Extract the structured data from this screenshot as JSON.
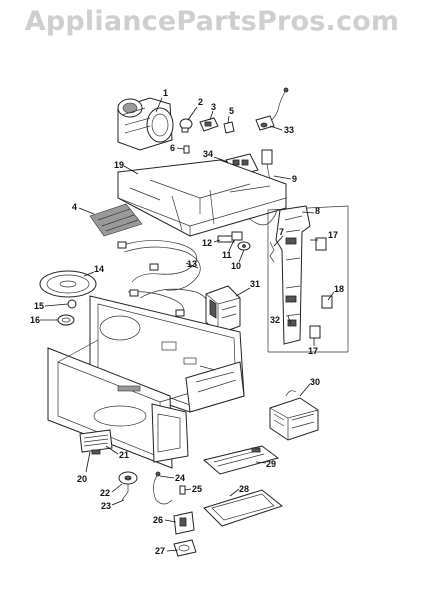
{
  "watermark": "AppliancePartsPros.com",
  "callouts": [
    {
      "id": "c1",
      "text": "1"
    },
    {
      "id": "c2",
      "text": "2"
    },
    {
      "id": "c3",
      "text": "3"
    },
    {
      "id": "c4",
      "text": "4"
    },
    {
      "id": "c5",
      "text": "5"
    },
    {
      "id": "c6",
      "text": "6"
    },
    {
      "id": "c7",
      "text": "7"
    },
    {
      "id": "c8",
      "text": "8"
    },
    {
      "id": "c9",
      "text": "9"
    },
    {
      "id": "c10",
      "text": "10"
    },
    {
      "id": "c11",
      "text": "11"
    },
    {
      "id": "c12",
      "text": "12"
    },
    {
      "id": "c13",
      "text": "13"
    },
    {
      "id": "c14",
      "text": "14"
    },
    {
      "id": "c15",
      "text": "15"
    },
    {
      "id": "c16",
      "text": "16"
    },
    {
      "id": "c17a",
      "text": "17"
    },
    {
      "id": "c17b",
      "text": "17"
    },
    {
      "id": "c18",
      "text": "18"
    },
    {
      "id": "c19",
      "text": "19"
    },
    {
      "id": "c20",
      "text": "20"
    },
    {
      "id": "c21",
      "text": "21"
    },
    {
      "id": "c22",
      "text": "22"
    },
    {
      "id": "c23",
      "text": "23"
    },
    {
      "id": "c24",
      "text": "24"
    },
    {
      "id": "c25",
      "text": "25"
    },
    {
      "id": "c26",
      "text": "26"
    },
    {
      "id": "c27",
      "text": "27"
    },
    {
      "id": "c28",
      "text": "28"
    },
    {
      "id": "c29",
      "text": "29"
    },
    {
      "id": "c30",
      "text": "30"
    },
    {
      "id": "c31",
      "text": "31"
    },
    {
      "id": "c32",
      "text": "32"
    },
    {
      "id": "c33",
      "text": "33"
    },
    {
      "id": "c34",
      "text": "34"
    }
  ]
}
